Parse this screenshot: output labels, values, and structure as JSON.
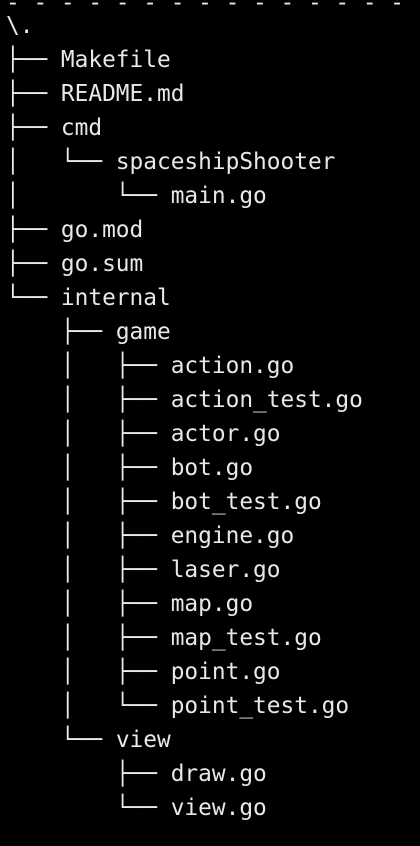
{
  "theme": {
    "background": "#000000",
    "foreground": "#e8e8e8"
  },
  "terminal": {
    "cut_line": "- - - - - - - - - - - - - - - - - - -",
    "root": "\\.",
    "tree": [
      {
        "prefix": "├── ",
        "name": "Makefile"
      },
      {
        "prefix": "├── ",
        "name": "README.md"
      },
      {
        "prefix": "├── ",
        "name": "cmd"
      },
      {
        "prefix": "│   └── ",
        "name": "spaceshipShooter"
      },
      {
        "prefix": "│       └── ",
        "name": "main.go"
      },
      {
        "prefix": "├── ",
        "name": "go.mod"
      },
      {
        "prefix": "├── ",
        "name": "go.sum"
      },
      {
        "prefix": "└── ",
        "name": "internal"
      },
      {
        "prefix": "    ├── ",
        "name": "game"
      },
      {
        "prefix": "    │   ├── ",
        "name": "action.go"
      },
      {
        "prefix": "    │   ├── ",
        "name": "action_test.go"
      },
      {
        "prefix": "    │   ├── ",
        "name": "actor.go"
      },
      {
        "prefix": "    │   ├── ",
        "name": "bot.go"
      },
      {
        "prefix": "    │   ├── ",
        "name": "bot_test.go"
      },
      {
        "prefix": "    │   ├── ",
        "name": "engine.go"
      },
      {
        "prefix": "    │   ├── ",
        "name": "laser.go"
      },
      {
        "prefix": "    │   ├── ",
        "name": "map.go"
      },
      {
        "prefix": "    │   ├── ",
        "name": "map_test.go"
      },
      {
        "prefix": "    │   ├── ",
        "name": "point.go"
      },
      {
        "prefix": "    │   └── ",
        "name": "point_test.go"
      },
      {
        "prefix": "    └── ",
        "name": "view"
      },
      {
        "prefix": "        ├── ",
        "name": "draw.go"
      },
      {
        "prefix": "        └── ",
        "name": "view.go"
      }
    ]
  }
}
